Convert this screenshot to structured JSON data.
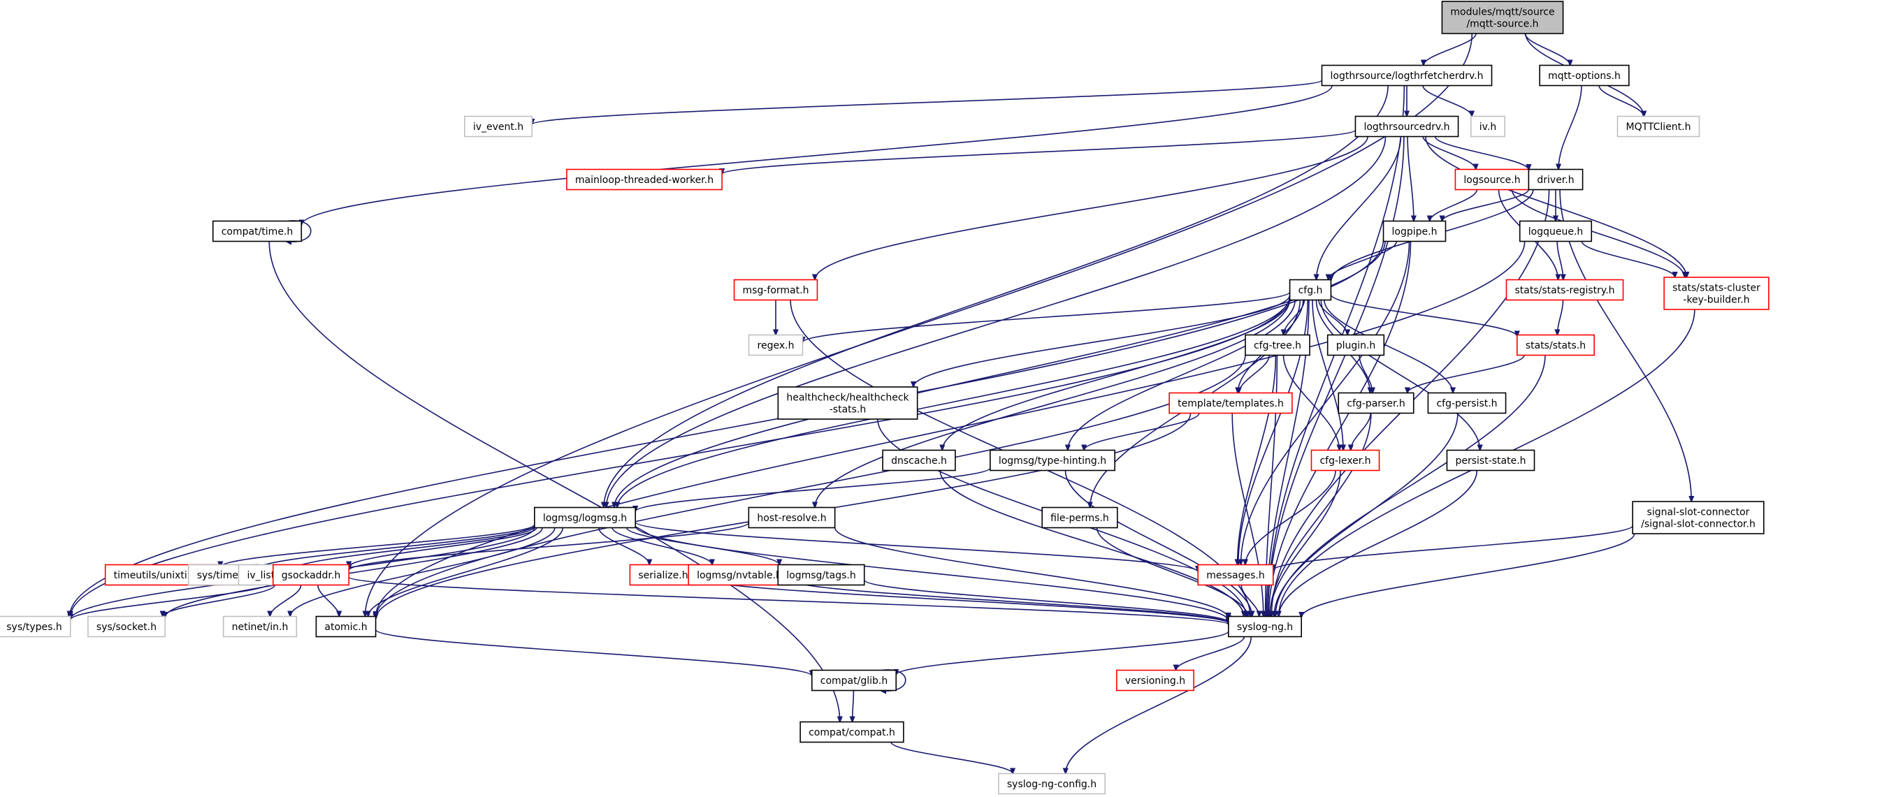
{
  "diagram": {
    "type": "include-dependency-graph",
    "colors": {
      "edge": "#191970",
      "root_fill": "#bfbfbf",
      "normal_border": "#000000",
      "truncated_border": "#ff0000",
      "external_border": "#bfbfbf"
    },
    "nodes": [
      {
        "id": "root",
        "label": [
          "modules/mqtt/source",
          "/mqtt-source.h"
        ],
        "kind": "root"
      },
      {
        "id": "logthrfetcherdrv",
        "label": [
          "logthrsource/logthrfetcherdrv.h"
        ],
        "kind": "normal"
      },
      {
        "id": "mqttoptions",
        "label": [
          "mqtt-options.h"
        ],
        "kind": "normal"
      },
      {
        "id": "mqttclient",
        "label": [
          "MQTTClient.h"
        ],
        "kind": "external"
      },
      {
        "id": "ivevent",
        "label": [
          "iv_event.h"
        ],
        "kind": "external"
      },
      {
        "id": "iv",
        "label": [
          "iv.h"
        ],
        "kind": "external"
      },
      {
        "id": "logthrsourcedrv",
        "label": [
          "logthrsourcedrv.h"
        ],
        "kind": "normal"
      },
      {
        "id": "mainloop",
        "label": [
          "mainloop-threaded-worker.h"
        ],
        "kind": "truncated"
      },
      {
        "id": "compattime",
        "label": [
          "compat/time.h"
        ],
        "kind": "normal"
      },
      {
        "id": "logsource",
        "label": [
          "logsource.h"
        ],
        "kind": "truncated"
      },
      {
        "id": "driver",
        "label": [
          "driver.h"
        ],
        "kind": "normal"
      },
      {
        "id": "logpipe",
        "label": [
          "logpipe.h"
        ],
        "kind": "normal"
      },
      {
        "id": "logqueue",
        "label": [
          "logqueue.h"
        ],
        "kind": "normal"
      },
      {
        "id": "msgformat",
        "label": [
          "msg-format.h"
        ],
        "kind": "truncated"
      },
      {
        "id": "statsregistry",
        "label": [
          "stats/stats-registry.h"
        ],
        "kind": "truncated"
      },
      {
        "id": "statsckb",
        "label": [
          "stats/stats-cluster",
          "-key-builder.h"
        ],
        "kind": "truncated"
      },
      {
        "id": "cfg",
        "label": [
          "cfg.h"
        ],
        "kind": "normal"
      },
      {
        "id": "regex",
        "label": [
          "regex.h"
        ],
        "kind": "external"
      },
      {
        "id": "cfgtree",
        "label": [
          "cfg-tree.h"
        ],
        "kind": "normal"
      },
      {
        "id": "plugin",
        "label": [
          "plugin.h"
        ],
        "kind": "normal"
      },
      {
        "id": "stats",
        "label": [
          "stats/stats.h"
        ],
        "kind": "truncated"
      },
      {
        "id": "healthcheck",
        "label": [
          "healthcheck/healthcheck",
          "-stats.h"
        ],
        "kind": "normal"
      },
      {
        "id": "templates",
        "label": [
          "template/templates.h"
        ],
        "kind": "truncated"
      },
      {
        "id": "cfgparser",
        "label": [
          "cfg-parser.h"
        ],
        "kind": "normal"
      },
      {
        "id": "cfgpersist",
        "label": [
          "cfg-persist.h"
        ],
        "kind": "normal"
      },
      {
        "id": "dnscache",
        "label": [
          "dnscache.h"
        ],
        "kind": "normal"
      },
      {
        "id": "typehinting",
        "label": [
          "logmsg/type-hinting.h"
        ],
        "kind": "normal"
      },
      {
        "id": "cfglexer",
        "label": [
          "cfg-lexer.h"
        ],
        "kind": "truncated"
      },
      {
        "id": "persiststate",
        "label": [
          "persist-state.h"
        ],
        "kind": "normal"
      },
      {
        "id": "logmsg",
        "label": [
          "logmsg/logmsg.h"
        ],
        "kind": "normal"
      },
      {
        "id": "hostresolve",
        "label": [
          "host-resolve.h"
        ],
        "kind": "normal"
      },
      {
        "id": "fileperms",
        "label": [
          "file-perms.h"
        ],
        "kind": "normal"
      },
      {
        "id": "signalslot",
        "label": [
          "signal-slot-connector",
          "/signal-slot-connector.h"
        ],
        "kind": "normal"
      },
      {
        "id": "unixtime",
        "label": [
          "timeutils/unixtime.h"
        ],
        "kind": "truncated"
      },
      {
        "id": "systime",
        "label": [
          "sys/time.h"
        ],
        "kind": "external"
      },
      {
        "id": "ivlist",
        "label": [
          "iv_list.h"
        ],
        "kind": "external"
      },
      {
        "id": "gsockaddr",
        "label": [
          "gsockaddr.h"
        ],
        "kind": "truncated"
      },
      {
        "id": "serialize",
        "label": [
          "serialize.h"
        ],
        "kind": "truncated"
      },
      {
        "id": "nvtable",
        "label": [
          "logmsg/nvtable.h"
        ],
        "kind": "truncated"
      },
      {
        "id": "tags",
        "label": [
          "logmsg/tags.h"
        ],
        "kind": "normal"
      },
      {
        "id": "messages",
        "label": [
          "messages.h"
        ],
        "kind": "truncated"
      },
      {
        "id": "systypes",
        "label": [
          "sys/types.h"
        ],
        "kind": "external"
      },
      {
        "id": "syssocket",
        "label": [
          "sys/socket.h"
        ],
        "kind": "external"
      },
      {
        "id": "netinet",
        "label": [
          "netinet/in.h"
        ],
        "kind": "external"
      },
      {
        "id": "atomic",
        "label": [
          "atomic.h"
        ],
        "kind": "normal"
      },
      {
        "id": "syslogng",
        "label": [
          "syslog-ng.h"
        ],
        "kind": "normal"
      },
      {
        "id": "compatglib",
        "label": [
          "compat/glib.h"
        ],
        "kind": "normal"
      },
      {
        "id": "versioning",
        "label": [
          "versioning.h"
        ],
        "kind": "truncated"
      },
      {
        "id": "compatcompat",
        "label": [
          "compat/compat.h"
        ],
        "kind": "normal"
      },
      {
        "id": "syslogngconfig",
        "label": [
          "syslog-ng-config.h"
        ],
        "kind": "external"
      }
    ],
    "edges": [
      [
        "root",
        "logthrfetcherdrv"
      ],
      [
        "root",
        "mqttoptions"
      ],
      [
        "root",
        "mqttclient"
      ],
      [
        "root",
        "atomic"
      ],
      [
        "logthrfetcherdrv",
        "logthrsourcedrv"
      ],
      [
        "logthrfetcherdrv",
        "iv"
      ],
      [
        "logthrfetcherdrv",
        "ivevent"
      ],
      [
        "logthrfetcherdrv",
        "compattime"
      ],
      [
        "logthrfetcherdrv",
        "logmsg"
      ],
      [
        "logthrfetcherdrv",
        "syslogng"
      ],
      [
        "mqttoptions",
        "mqttclient"
      ],
      [
        "mqttoptions",
        "driver"
      ],
      [
        "logthrsourcedrv",
        "mainloop"
      ],
      [
        "logthrsourcedrv",
        "msgformat"
      ],
      [
        "logthrsourcedrv",
        "logsource"
      ],
      [
        "logthrsourcedrv",
        "driver"
      ],
      [
        "logthrsourcedrv",
        "logpipe"
      ],
      [
        "logthrsourcedrv",
        "cfg"
      ],
      [
        "logthrsourcedrv",
        "logmsg"
      ],
      [
        "logthrsourcedrv",
        "statsckb"
      ],
      [
        "logthrsourcedrv",
        "syslogng"
      ],
      [
        "compattime",
        "compattime"
      ],
      [
        "compattime",
        "compatcompat"
      ],
      [
        "logsource",
        "logpipe"
      ],
      [
        "logsource",
        "statsregistry"
      ],
      [
        "logsource",
        "statsckb"
      ],
      [
        "driver",
        "logpipe"
      ],
      [
        "driver",
        "logqueue"
      ],
      [
        "driver",
        "cfg"
      ],
      [
        "driver",
        "signalslot"
      ],
      [
        "driver",
        "syslogng"
      ],
      [
        "logqueue",
        "statsregistry"
      ],
      [
        "logqueue",
        "statsckb"
      ],
      [
        "logqueue",
        "atomic"
      ],
      [
        "logpipe",
        "cfg"
      ],
      [
        "logpipe",
        "logmsg"
      ],
      [
        "logpipe",
        "messages"
      ],
      [
        "logpipe",
        "syslogng"
      ],
      [
        "logpipe",
        "systypes"
      ],
      [
        "msgformat",
        "regex"
      ],
      [
        "msgformat",
        "syslogng"
      ],
      [
        "statsregistry",
        "stats"
      ],
      [
        "statsckb",
        "syslogng"
      ],
      [
        "cfg",
        "regex"
      ],
      [
        "cfg",
        "cfgtree"
      ],
      [
        "cfg",
        "plugin"
      ],
      [
        "cfg",
        "stats"
      ],
      [
        "cfg",
        "healthcheck"
      ],
      [
        "cfg",
        "templates"
      ],
      [
        "cfg",
        "cfgparser"
      ],
      [
        "cfg",
        "cfgpersist"
      ],
      [
        "cfg",
        "dnscache"
      ],
      [
        "cfg",
        "typehinting"
      ],
      [
        "cfg",
        "cfglexer"
      ],
      [
        "cfg",
        "persiststate"
      ],
      [
        "cfg",
        "hostresolve"
      ],
      [
        "cfg",
        "fileperms"
      ],
      [
        "cfg",
        "logmsg"
      ],
      [
        "cfg",
        "messages"
      ],
      [
        "cfg",
        "syslogng"
      ],
      [
        "cfg",
        "systypes"
      ],
      [
        "cfgtree",
        "templates"
      ],
      [
        "cfgtree",
        "cfglexer"
      ],
      [
        "cfgtree",
        "messages"
      ],
      [
        "cfgtree",
        "syslogng"
      ],
      [
        "cfgtree",
        "atomic"
      ],
      [
        "plugin",
        "cfgparser"
      ],
      [
        "stats",
        "cfgparser"
      ],
      [
        "stats",
        "syslogng"
      ],
      [
        "templates",
        "typehinting"
      ],
      [
        "templates",
        "syslogng"
      ],
      [
        "templates",
        "atomic"
      ],
      [
        "cfgparser",
        "cfglexer"
      ],
      [
        "cfgparser",
        "syslogng"
      ],
      [
        "cfgpersist",
        "syslogng"
      ],
      [
        "healthcheck",
        "syslogng"
      ],
      [
        "dnscache",
        "syslogng"
      ],
      [
        "typehinting",
        "logmsg"
      ],
      [
        "typehinting",
        "syslogng"
      ],
      [
        "cfglexer",
        "messages"
      ],
      [
        "cfglexer",
        "syslogng"
      ],
      [
        "persiststate",
        "syslogng"
      ],
      [
        "logmsg",
        "unixtime"
      ],
      [
        "logmsg",
        "systime"
      ],
      [
        "logmsg",
        "ivlist"
      ],
      [
        "logmsg",
        "gsockaddr"
      ],
      [
        "logmsg",
        "serialize"
      ],
      [
        "logmsg",
        "nvtable"
      ],
      [
        "logmsg",
        "tags"
      ],
      [
        "logmsg",
        "messages"
      ],
      [
        "logmsg",
        "atomic"
      ],
      [
        "logmsg",
        "syslogng"
      ],
      [
        "logmsg",
        "systypes"
      ],
      [
        "logmsg",
        "syssocket"
      ],
      [
        "logmsg",
        "netinet"
      ],
      [
        "hostresolve",
        "gsockaddr"
      ],
      [
        "hostresolve",
        "syslogng"
      ],
      [
        "fileperms",
        "syslogng"
      ],
      [
        "signalslot",
        "messages"
      ],
      [
        "signalslot",
        "syslogng"
      ],
      [
        "gsockaddr",
        "systypes"
      ],
      [
        "gsockaddr",
        "syssocket"
      ],
      [
        "gsockaddr",
        "netinet"
      ],
      [
        "gsockaddr",
        "atomic"
      ],
      [
        "gsockaddr",
        "syslogng"
      ],
      [
        "serialize",
        "syslogng"
      ],
      [
        "nvtable",
        "syslogng"
      ],
      [
        "tags",
        "syslogng"
      ],
      [
        "messages",
        "syslogng"
      ],
      [
        "atomic",
        "compatglib"
      ],
      [
        "syslogng",
        "compatglib"
      ],
      [
        "syslogng",
        "versioning"
      ],
      [
        "syslogng",
        "syslogngconfig"
      ],
      [
        "compatglib",
        "compatglib"
      ],
      [
        "compatglib",
        "compatcompat"
      ],
      [
        "compatcompat",
        "syslogngconfig"
      ]
    ]
  }
}
